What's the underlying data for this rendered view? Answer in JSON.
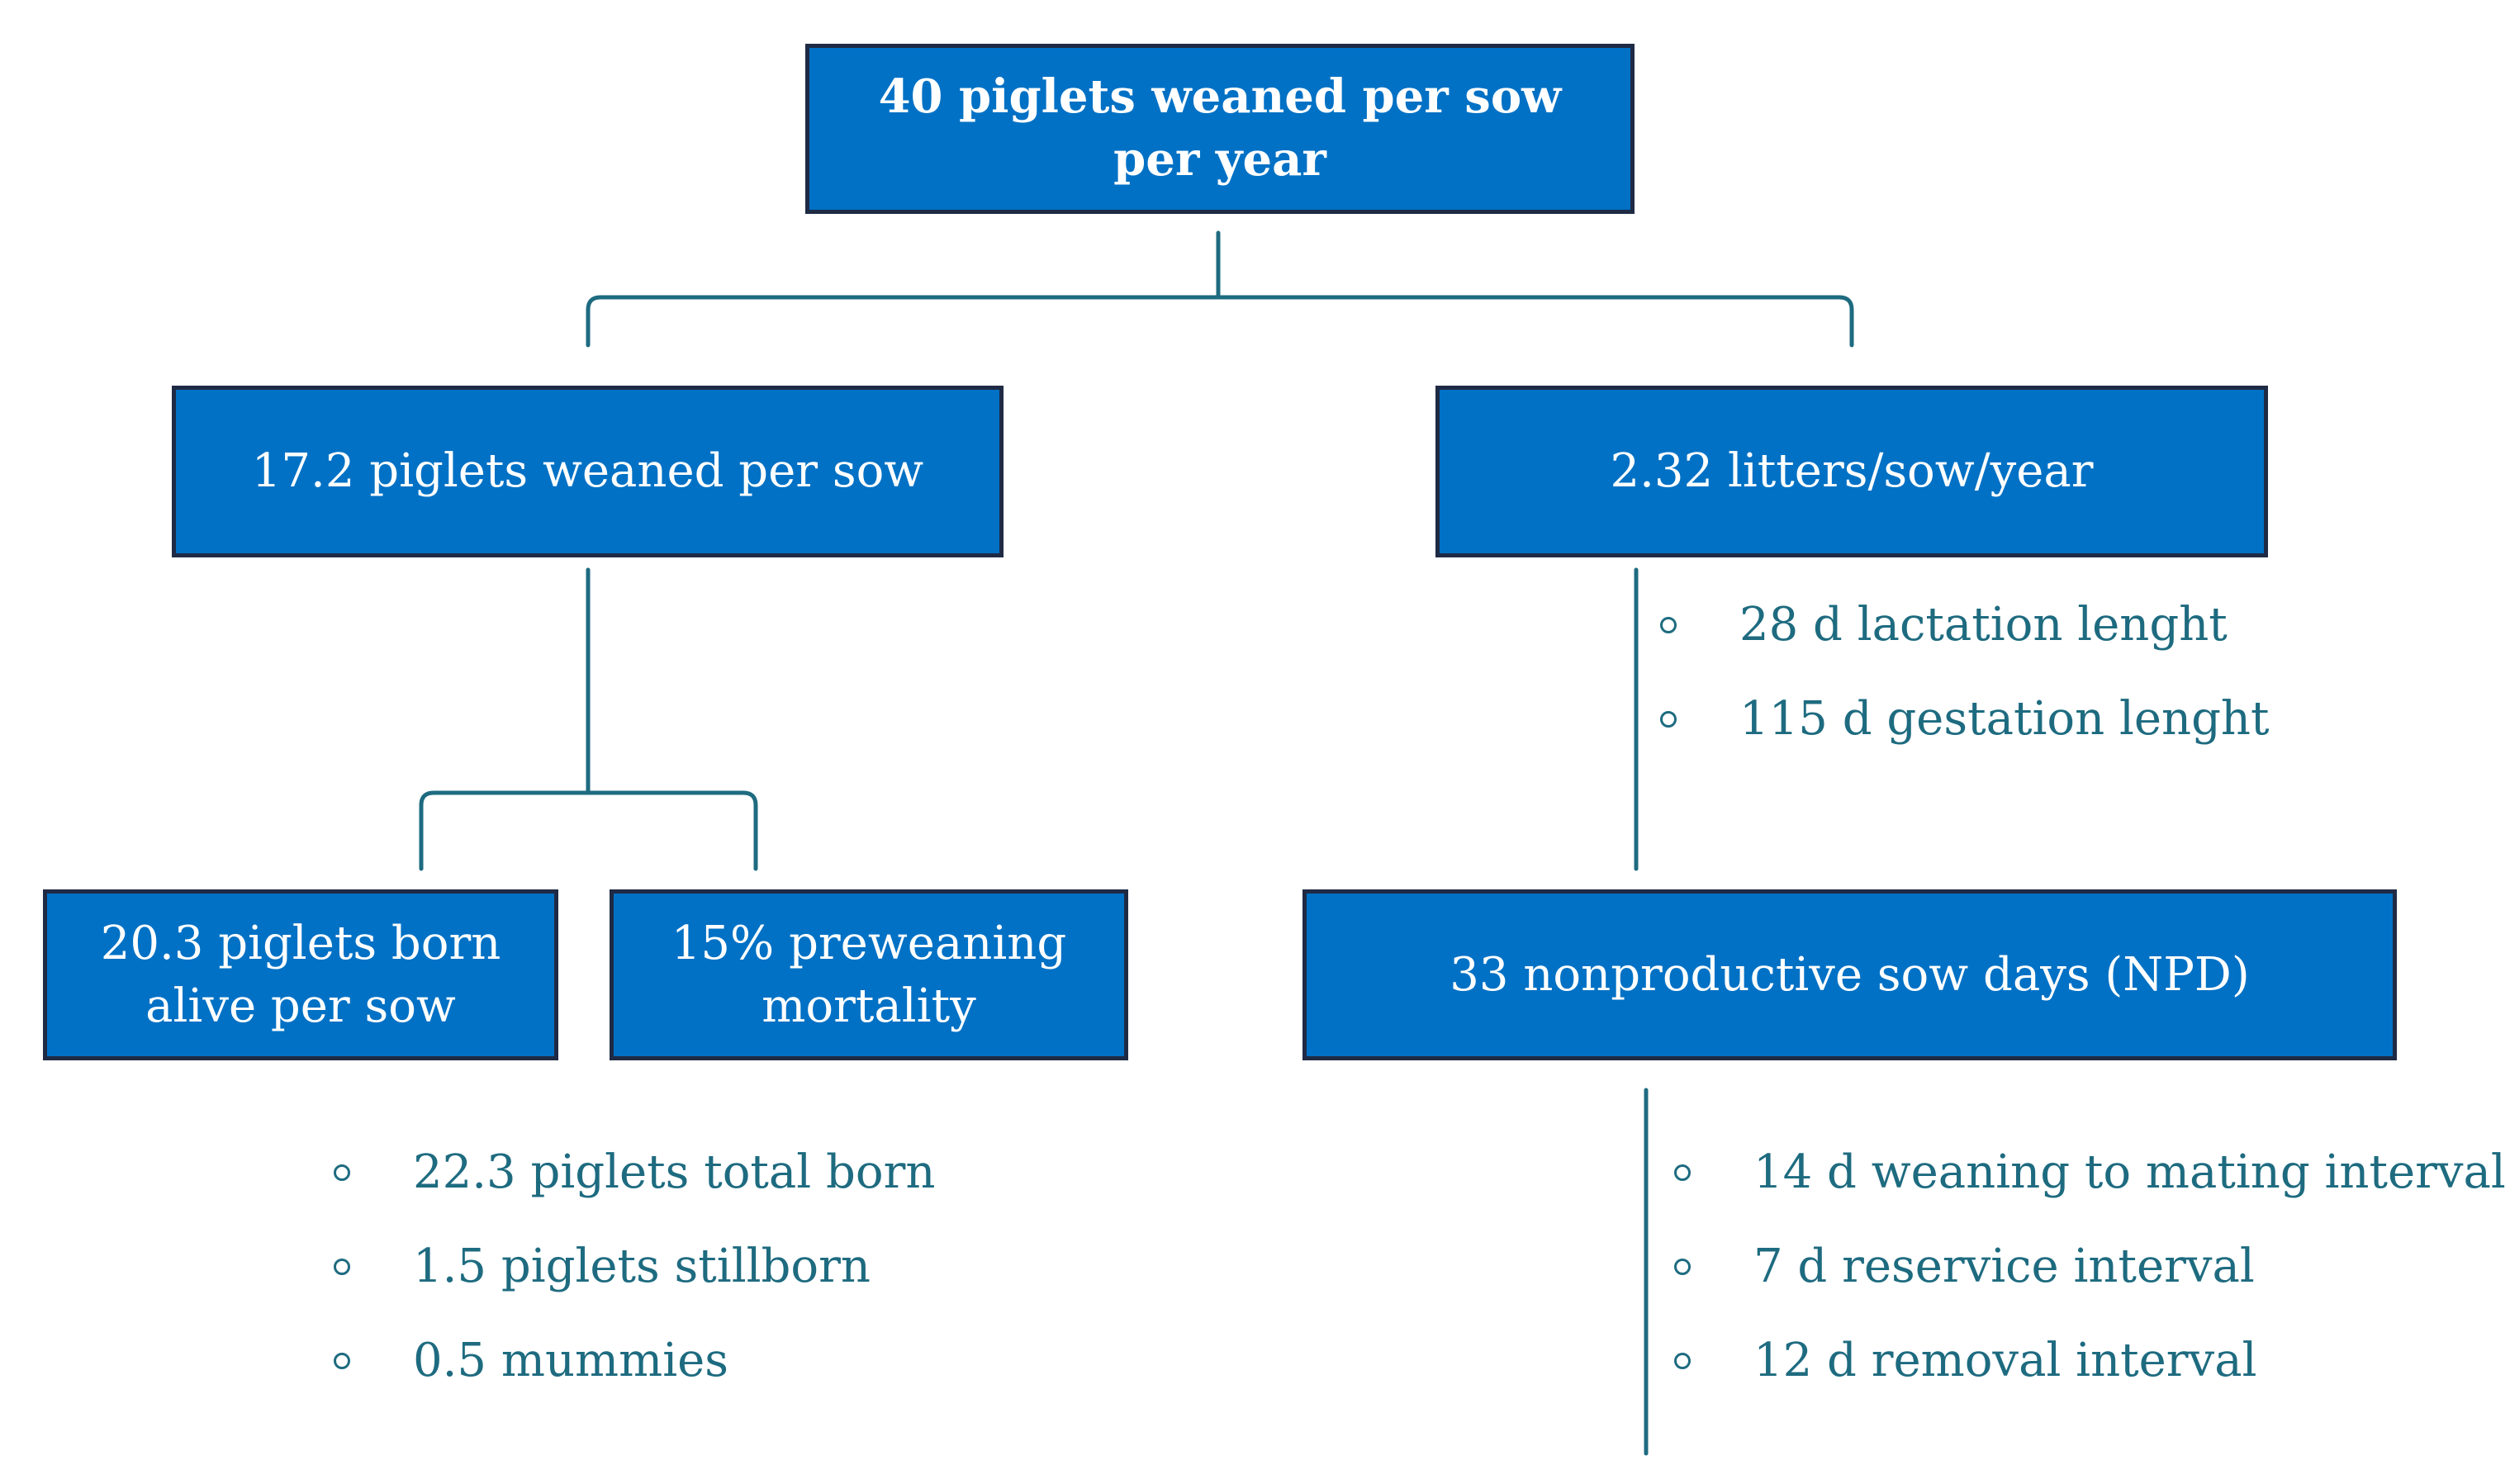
{
  "nodes": {
    "top": "40 piglets weaned per sow per year",
    "weaned_per_sow": "17.2 piglets weaned per sow",
    "litters": "2.32 litters/sow/year",
    "born_alive": "20.3 piglets born alive per sow",
    "mortality": "15% preweaning mortality",
    "npd": "33 nonproductive sow days (NPD)"
  },
  "litter_details": [
    "28 d lactation lenght",
    "115 d gestation lenght"
  ],
  "born_details": [
    "22.3 piglets total born",
    "1.5 piglets stillborn",
    "0.5 mummies"
  ],
  "npd_details": [
    "14 d weaning to mating interval",
    "7 d reservice interval",
    "12 d removal interval"
  ],
  "colors": {
    "box_fill": "#0071c5",
    "box_border": "#1f2a44",
    "connector": "#1e6b80",
    "bullet_text": "#1e6b80"
  }
}
